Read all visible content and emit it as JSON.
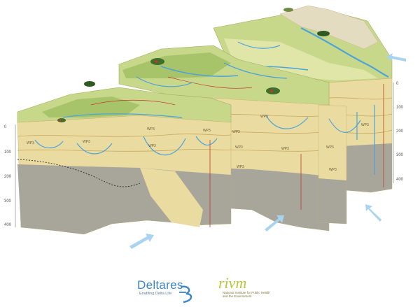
{
  "diagram": {
    "left_axis_ticks": [
      "0",
      "100",
      "200",
      "300",
      "400"
    ],
    "right_axis_ticks": [
      "0",
      "100",
      "200",
      "300",
      "400"
    ],
    "unit_labels": [
      "WP3",
      "WP3",
      "WP3",
      "WP3",
      "WP3",
      "WP3",
      "WP3",
      "WP3",
      "WP3",
      "WP3",
      "WP3",
      "WP3",
      "WP3"
    ],
    "colors": {
      "clay": "#a8a59a",
      "sand": "#eadba0",
      "sand_dark": "#d9c27a",
      "surface": "#c8d88a",
      "water": "#4ea3d9",
      "river_red": "#c0392b"
    }
  },
  "logos": {
    "deltares": {
      "name": "Deltares",
      "tagline": "Enabling Delta Life"
    },
    "rivm": {
      "name": "rivm",
      "tagline": "National Institute for Public Health and the Environment"
    }
  }
}
